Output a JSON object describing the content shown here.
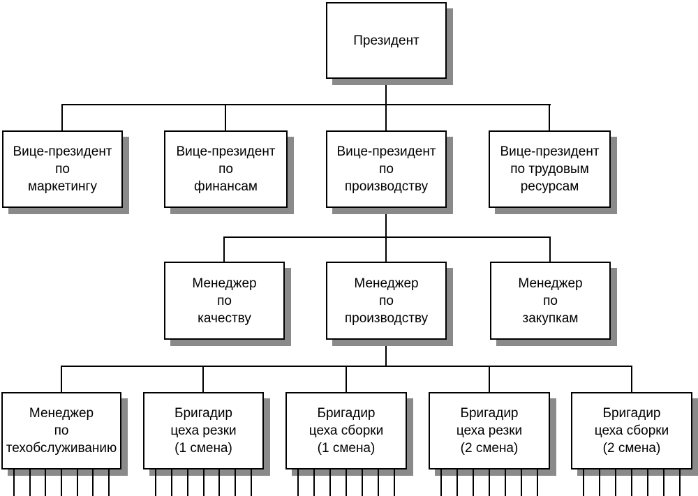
{
  "diagram": {
    "type": "organizational-chart",
    "language": "ru",
    "nodes": {
      "president": {
        "label": "Президент"
      },
      "vp_marketing": {
        "label": "Вице-президент\nпо\nмаркетингу"
      },
      "vp_finance": {
        "label": "Вице-президент\nпо\nфинансам"
      },
      "vp_production": {
        "label": "Вице-президент\nпо\nпроизводству"
      },
      "vp_hr": {
        "label": "Вице-президент\nпо трудовым\nресурсам"
      },
      "mgr_quality": {
        "label": "Менеджер\nпо\nкачеству"
      },
      "mgr_production": {
        "label": "Менеджер\nпо\nпроизводству"
      },
      "mgr_purchasing": {
        "label": "Менеджер\nпо\nзакупкам"
      },
      "mgr_maintenance": {
        "label": "Менеджер\nпо\nтехобслуживанию"
      },
      "foreman_cutting_shift1": {
        "label": "Бригадир\nцеха резки\n(1 смена)"
      },
      "foreman_assembly_shift1": {
        "label": "Бригадир\nцеха сборки\n(1 смена)"
      },
      "foreman_cutting_shift2": {
        "label": "Бригадир\nцеха резки\n(2 смена)"
      },
      "foreman_assembly_shift2": {
        "label": "Бригадир\nцеха сборки\n(2 смена)"
      }
    },
    "hierarchy": {
      "president": [
        "vp_marketing",
        "vp_finance",
        "vp_production",
        "vp_hr"
      ],
      "vp_production": [
        "mgr_quality",
        "mgr_production",
        "mgr_purchasing"
      ],
      "mgr_production": [
        "mgr_maintenance",
        "foreman_cutting_shift1",
        "foreman_assembly_shift1",
        "foreman_cutting_shift2",
        "foreman_assembly_shift2"
      ]
    },
    "subordinate_ticks_per_foreman": 7,
    "colors": {
      "background": "#ffffff",
      "box_fill": "#ffffff",
      "box_border": "#000000",
      "box_shadow": "#8a8a8a",
      "connector": "#000000",
      "text": "#000000"
    }
  }
}
